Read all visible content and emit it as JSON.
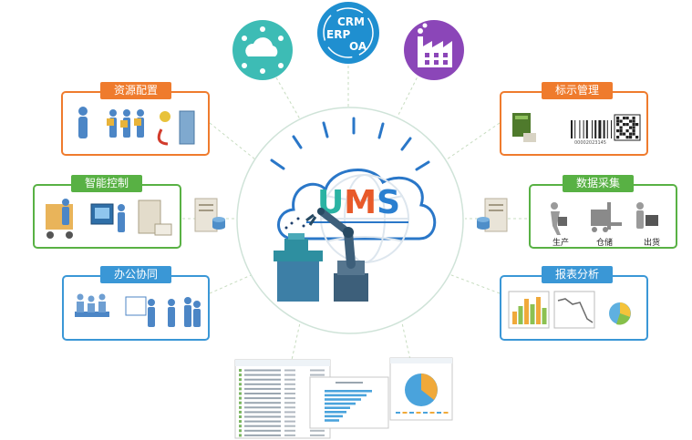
{
  "center": {
    "logo": "UMS",
    "logo_letters": [
      "U",
      "M",
      "S"
    ],
    "logo_colors": [
      "#2bb3a3",
      "#e85a2a",
      "#2a7fd0"
    ]
  },
  "top_circles": [
    {
      "name": "cloud",
      "icon": "cloud-network-icon",
      "color": "#3dbcb5"
    },
    {
      "name": "crm-erp-oa",
      "lines": [
        "CRM",
        "ERP",
        "OA"
      ],
      "color": "#1f8fd0"
    },
    {
      "name": "factory",
      "icon": "factory-icon",
      "color": "#8b46b8"
    }
  ],
  "modules": {
    "resource": {
      "title": "资源配置",
      "color": "#ef7b2d"
    },
    "intelligent": {
      "title": "智能控制",
      "color": "#58b144"
    },
    "office": {
      "title": "办公协同",
      "color": "#3a97d6"
    },
    "label_mgmt": {
      "title": "标示管理",
      "color": "#ef7b2d"
    },
    "data_collect": {
      "title": "数据采集",
      "color": "#58b144",
      "steps": [
        "生产",
        "仓储",
        "出货"
      ]
    },
    "reports": {
      "title": "报表分析",
      "color": "#3a97d6"
    }
  },
  "barcode_text": "00002023145"
}
